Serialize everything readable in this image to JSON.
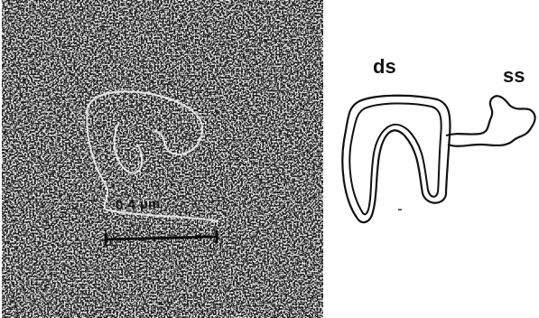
{
  "micrograph": {
    "scale_bar_text": "0.4 µm"
  },
  "diagram": {
    "label_ds": "ds",
    "label_ss": "ss"
  }
}
